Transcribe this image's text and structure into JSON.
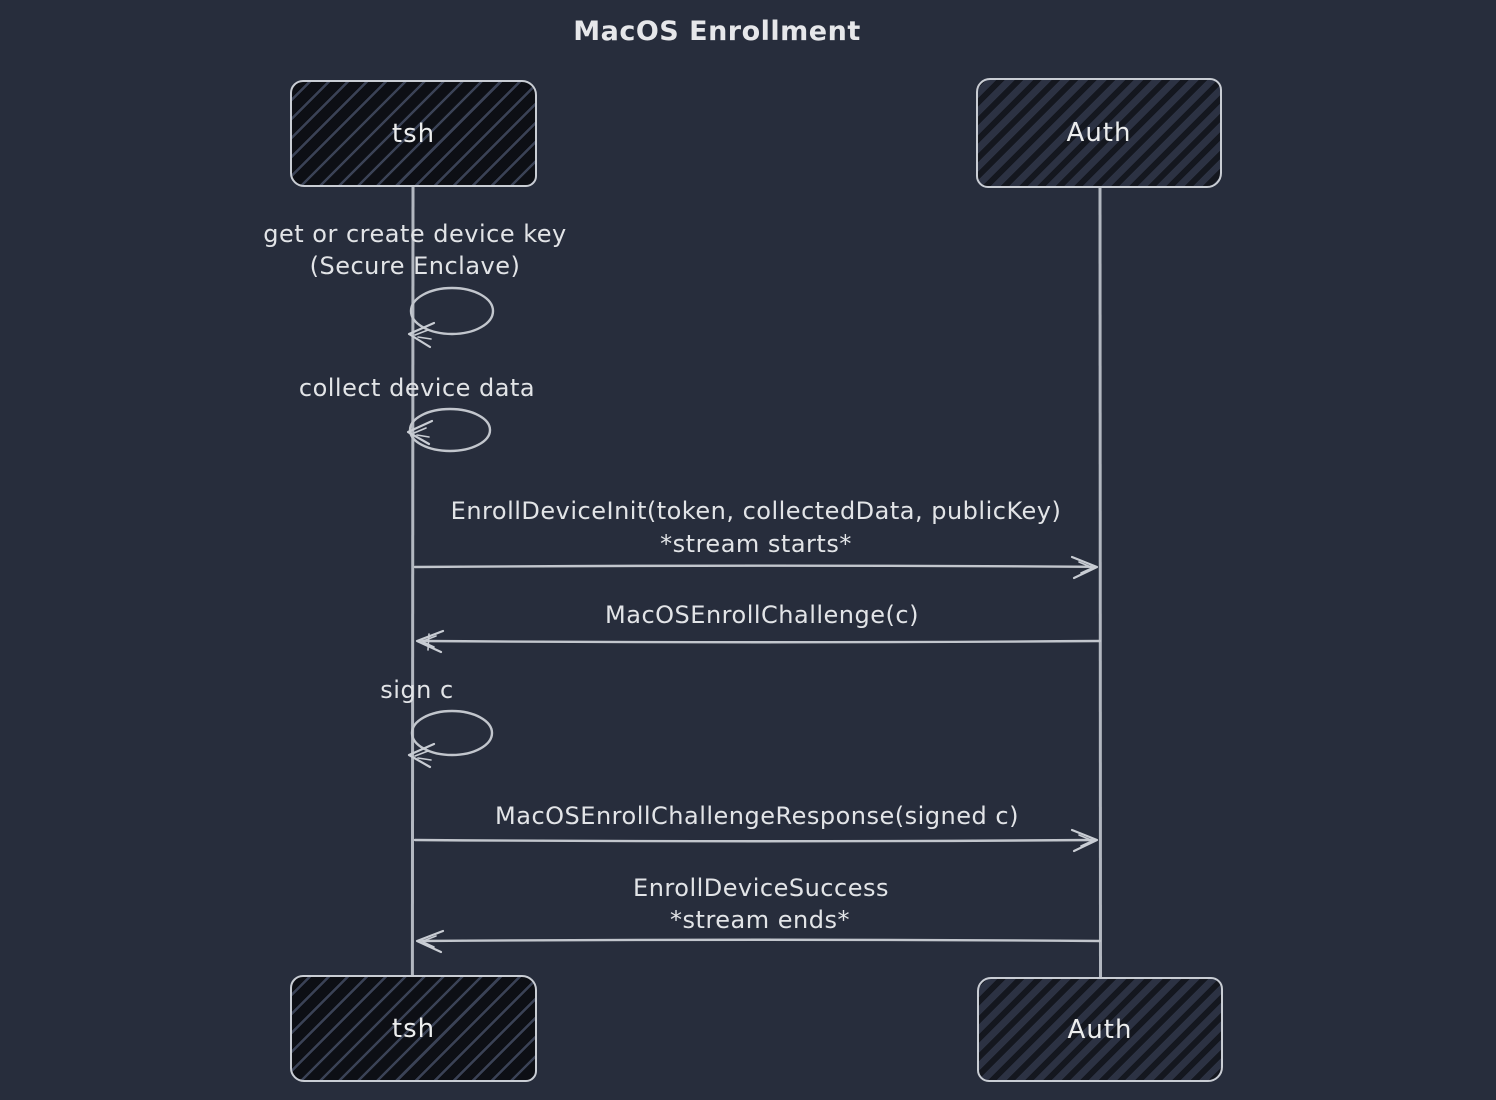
{
  "title": "MacOS Enrollment",
  "actors": {
    "left": "tsh",
    "right": "Auth"
  },
  "self_messages": [
    {
      "lines": [
        "get or create device key",
        "(Secure Enclave)"
      ]
    },
    {
      "lines": [
        "collect device data"
      ]
    },
    {
      "lines": [
        "sign c"
      ]
    }
  ],
  "messages": [
    {
      "direction": "right",
      "lines": [
        "EnrollDeviceInit(token, collectedData, publicKey)",
        "*stream starts*"
      ]
    },
    {
      "direction": "left",
      "lines": [
        "MacOSEnrollChallenge(c)"
      ]
    },
    {
      "direction": "right",
      "lines": [
        "MacOSEnrollChallengeResponse(signed c)"
      ]
    },
    {
      "direction": "left",
      "lines": [
        "EnrollDeviceSuccess",
        "*stream ends*"
      ]
    }
  ],
  "colors": {
    "background": "#272d3c",
    "stroke": "#c2c6cd",
    "text": "#e2e4e7",
    "tsh_box_fill": "#0d0f15",
    "auth_box_fill": "#2c3243",
    "border": "#c9cdd4"
  }
}
